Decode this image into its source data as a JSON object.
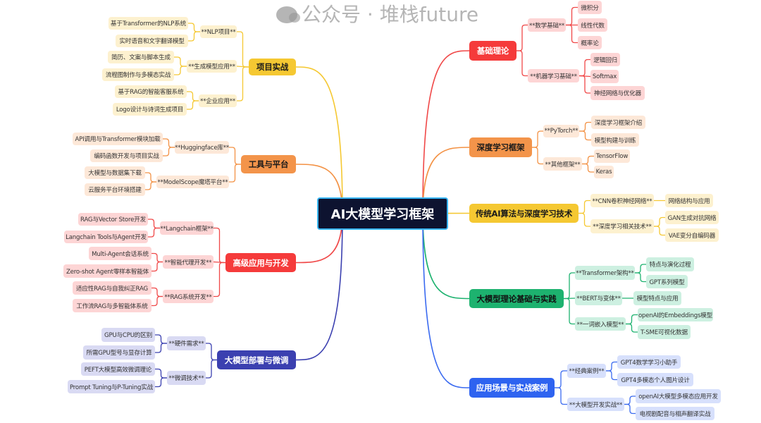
{
  "title": "AI大模型学习框架",
  "watermark": "公众号 · 堆栈future",
  "branches": [
    {
      "label": "基础理论",
      "colors": {
        "main": "#f53b3b",
        "text": "#ffffff",
        "light": "#fdd5d5",
        "line": "#f04848"
      },
      "children": [
        {
          "label": "**数学基础**",
          "children": [
            {
              "label": "微积分"
            },
            {
              "label": "线性代数"
            },
            {
              "label": "概率论"
            }
          ]
        },
        {
          "label": "**机器学习基础**",
          "children": [
            {
              "label": "逻辑回归"
            },
            {
              "label": "Softmax"
            },
            {
              "label": "神经网络与优化器"
            }
          ]
        }
      ]
    },
    {
      "label": "深度学习框架",
      "colors": {
        "main": "#f3944a",
        "text": "#1a1a1a",
        "light": "#fde8d8",
        "line": "#f39245"
      },
      "children": [
        {
          "label": "**PyTorch**",
          "children": [
            {
              "label": "深度学习框架介绍"
            },
            {
              "label": "模型构建与训练"
            }
          ]
        },
        {
          "label": "**其他框架**",
          "children": [
            {
              "label": "TensorFlow"
            },
            {
              "label": "Keras"
            }
          ]
        }
      ]
    },
    {
      "label": "传统AI算法与深度学习技术",
      "colors": {
        "main": "#f5c832",
        "text": "#1a1a1a",
        "light": "#fdf1cf",
        "line": "#f5c832"
      },
      "children": [
        {
          "label": "**CNN卷积神经网络**",
          "children": [
            {
              "label": "网络结构与应用"
            }
          ]
        },
        {
          "label": "**深度学习相关技术**",
          "children": [
            {
              "label": "GAN生成对抗网络"
            },
            {
              "label": "VAE变分自编码器"
            }
          ]
        }
      ]
    },
    {
      "label": "大模型理论基础与实践",
      "colors": {
        "main": "#1db26f",
        "text": "#111111",
        "light": "#cdf0e1",
        "line": "#1db26f"
      },
      "children": [
        {
          "label": "**Transformer架构**",
          "children": [
            {
              "label": "特点与演化过程"
            },
            {
              "label": "GPT系列模型"
            }
          ]
        },
        {
          "label": "**BERT与变体**",
          "children": [
            {
              "label": "模型特点与应用"
            }
          ]
        },
        {
          "label": "**一词嵌入模型**",
          "children": [
            {
              "label": "openAI的Embeddings模型"
            },
            {
              "label": "T-SME可视化数据"
            }
          ]
        }
      ]
    },
    {
      "label": "应用场景与实战案例",
      "colors": {
        "main": "#2e63f0",
        "text": "#ffffff",
        "light": "#d7e0fc",
        "line": "#3a6af0"
      },
      "children": [
        {
          "label": "**经典案例**",
          "children": [
            {
              "label": "GPT4数学学习小助手"
            },
            {
              "label": "GPT4多模态个人图片设计"
            }
          ]
        },
        {
          "label": "**大模型开发实战**",
          "children": [
            {
              "label": "openAI大模型多模态应用开发"
            },
            {
              "label": "电视剧配音与相声翻译实战"
            }
          ]
        }
      ]
    },
    {
      "label": "项目实战",
      "colors": {
        "main": "#f5c832",
        "text": "#1a1a1a",
        "light": "#fdf1cf",
        "line": "#f5c832"
      },
      "children": [
        {
          "label": "**NLP项目**",
          "children": [
            {
              "label": "基于Transformer的NLP系统"
            },
            {
              "label": "实时语音和文字翻译模型"
            }
          ]
        },
        {
          "label": "**生成模型应用**",
          "children": [
            {
              "label": "简历、文案与脚本生成"
            },
            {
              "label": "流程图制作与多模态实战"
            }
          ]
        },
        {
          "label": "**企业应用**",
          "children": [
            {
              "label": "基于RAG的智能客服系统"
            },
            {
              "label": "Logo设计与诗词生成项目"
            }
          ]
        }
      ]
    },
    {
      "label": "工具与平台",
      "colors": {
        "main": "#f3944a",
        "text": "#1a1a1a",
        "light": "#fde8d8",
        "line": "#f39245"
      },
      "children": [
        {
          "label": "**Huggingface库**",
          "children": [
            {
              "label": "API调用与Transformer模块加载"
            },
            {
              "label": "编码函数开发与项目实战"
            }
          ]
        },
        {
          "label": "**ModelScope魔塔平台**",
          "children": [
            {
              "label": "大模型与数据集下载"
            },
            {
              "label": "云服务平台环境搭建"
            }
          ]
        }
      ]
    },
    {
      "label": "高级应用与开发",
      "colors": {
        "main": "#f53b3b",
        "text": "#ffffff",
        "light": "#fdd5d5",
        "line": "#f04848"
      },
      "children": [
        {
          "label": "**Langchain框架**",
          "children": [
            {
              "label": "RAG与Vector Store开发"
            },
            {
              "label": "Langchain Tools与Agent开发"
            }
          ]
        },
        {
          "label": "**智能代理开发**",
          "children": [
            {
              "label": "Multi-Agent会话系统"
            },
            {
              "label": "Zero-shot Agent零样本智能体"
            }
          ]
        },
        {
          "label": "**RAG系统开发**",
          "children": [
            {
              "label": "适应性RAG与自我纠正RAG"
            },
            {
              "label": "工作流RAG与多智能体系统"
            }
          ]
        }
      ]
    },
    {
      "label": "大模型部署与微调",
      "colors": {
        "main": "#3b40b0",
        "text": "#ffffff",
        "light": "#d9daf3",
        "line": "#3b40b0"
      },
      "children": [
        {
          "label": "**硬件需求**",
          "children": [
            {
              "label": "GPU与CPU的区别"
            },
            {
              "label": "所需GPU型号与显存计算"
            }
          ]
        },
        {
          "label": "**微调技术**",
          "children": [
            {
              "label": "PEFT大模型高效微调理论"
            },
            {
              "label": "Prompt Tuning与P-Tuning实战"
            }
          ]
        }
      ]
    }
  ]
}
